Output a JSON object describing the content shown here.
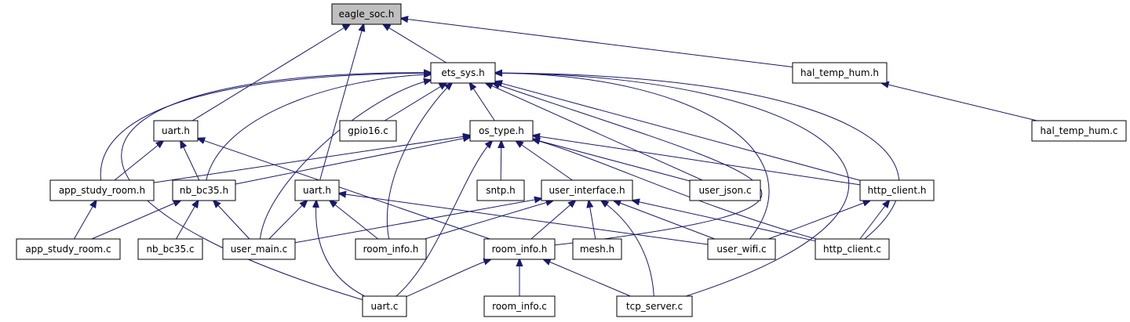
{
  "graph": {
    "type": "include-dependency-graph",
    "colors": {
      "edge": "#191970",
      "root_fill": "#bfbfbf",
      "node_fill": "#ffffff",
      "node_border": "#000000"
    },
    "nodes": [
      {
        "id": "eagle_soc_h",
        "label": "eagle_soc.h",
        "root": true
      },
      {
        "id": "ets_sys_h",
        "label": "ets_sys.h"
      },
      {
        "id": "hal_temp_hum_h",
        "label": "hal_temp_hum.h"
      },
      {
        "id": "hal_temp_hum_c",
        "label": "hal_temp_hum.c"
      },
      {
        "id": "uart_h_a",
        "label": "uart.h"
      },
      {
        "id": "gpio16_c",
        "label": "gpio16.c"
      },
      {
        "id": "os_type_h",
        "label": "os_type.h"
      },
      {
        "id": "app_study_room_h",
        "label": "app_study_room.h"
      },
      {
        "id": "nb_bc35_h",
        "label": "nb_bc35.h"
      },
      {
        "id": "uart_h_b",
        "label": "uart.h"
      },
      {
        "id": "sntp_h",
        "label": "sntp.h"
      },
      {
        "id": "user_interface_h",
        "label": "user_interface.h"
      },
      {
        "id": "user_json_c",
        "label": "user_json.c"
      },
      {
        "id": "http_client_h",
        "label": "http_client.h"
      },
      {
        "id": "app_study_room_c",
        "label": "app_study_room.c"
      },
      {
        "id": "nb_bc35_c",
        "label": "nb_bc35.c"
      },
      {
        "id": "user_main_c",
        "label": "user_main.c"
      },
      {
        "id": "room_info_h_a",
        "label": "room_info.h"
      },
      {
        "id": "room_info_h_b",
        "label": "room_info.h"
      },
      {
        "id": "mesh_h",
        "label": "mesh.h"
      },
      {
        "id": "user_wifi_c",
        "label": "user_wifi.c"
      },
      {
        "id": "http_client_c",
        "label": "http_client.c"
      },
      {
        "id": "uart_c",
        "label": "uart.c"
      },
      {
        "id": "room_info_c",
        "label": "room_info.c"
      },
      {
        "id": "tcp_server_c",
        "label": "tcp_server.c"
      }
    ],
    "edges": [
      [
        "ets_sys_h",
        "eagle_soc_h"
      ],
      [
        "hal_temp_hum_h",
        "eagle_soc_h"
      ],
      [
        "uart_h_a",
        "eagle_soc_h"
      ],
      [
        "uart_h_b",
        "eagle_soc_h"
      ],
      [
        "hal_temp_hum_c",
        "hal_temp_hum_h"
      ],
      [
        "gpio16_c",
        "ets_sys_h"
      ],
      [
        "os_type_h",
        "ets_sys_h"
      ],
      [
        "app_study_room_h",
        "ets_sys_h"
      ],
      [
        "nb_bc35_h",
        "ets_sys_h"
      ],
      [
        "user_main_c",
        "ets_sys_h"
      ],
      [
        "room_info_h_a",
        "ets_sys_h"
      ],
      [
        "user_json_c",
        "ets_sys_h"
      ],
      [
        "http_client_h",
        "ets_sys_h"
      ],
      [
        "user_wifi_c",
        "ets_sys_h"
      ],
      [
        "http_client_c",
        "ets_sys_h"
      ],
      [
        "uart_c",
        "ets_sys_h"
      ],
      [
        "tcp_server_c",
        "ets_sys_h"
      ],
      [
        "room_info_h_b",
        "ets_sys_h"
      ],
      [
        "app_study_room_h",
        "uart_h_a"
      ],
      [
        "nb_bc35_h",
        "uart_h_a"
      ],
      [
        "room_info_h_b",
        "uart_h_a"
      ],
      [
        "app_study_room_h",
        "os_type_h"
      ],
      [
        "nb_bc35_h",
        "os_type_h"
      ],
      [
        "sntp_h",
        "os_type_h"
      ],
      [
        "user_interface_h",
        "os_type_h"
      ],
      [
        "user_json_c",
        "os_type_h"
      ],
      [
        "http_client_h",
        "os_type_h"
      ],
      [
        "http_client_c",
        "os_type_h"
      ],
      [
        "uart_c",
        "os_type_h"
      ],
      [
        "app_study_room_c",
        "app_study_room_h"
      ],
      [
        "nb_bc35_c",
        "nb_bc35_h"
      ],
      [
        "user_main_c",
        "nb_bc35_h"
      ],
      [
        "app_study_room_c",
        "nb_bc35_h"
      ],
      [
        "user_main_c",
        "uart_h_b"
      ],
      [
        "room_info_h_a",
        "uart_h_b"
      ],
      [
        "uart_c",
        "uart_h_b"
      ],
      [
        "user_wifi_c",
        "uart_h_b"
      ],
      [
        "user_main_c",
        "user_interface_h"
      ],
      [
        "room_info_h_a",
        "user_interface_h"
      ],
      [
        "room_info_h_b",
        "user_interface_h"
      ],
      [
        "mesh_h",
        "user_interface_h"
      ],
      [
        "user_wifi_c",
        "user_interface_h"
      ],
      [
        "http_client_c",
        "user_interface_h"
      ],
      [
        "tcp_server_c",
        "user_interface_h"
      ],
      [
        "user_wifi_c",
        "http_client_h"
      ],
      [
        "http_client_c",
        "http_client_h"
      ],
      [
        "uart_c",
        "room_info_h_b"
      ],
      [
        "room_info_c",
        "room_info_h_b"
      ],
      [
        "tcp_server_c",
        "room_info_h_b"
      ]
    ]
  }
}
